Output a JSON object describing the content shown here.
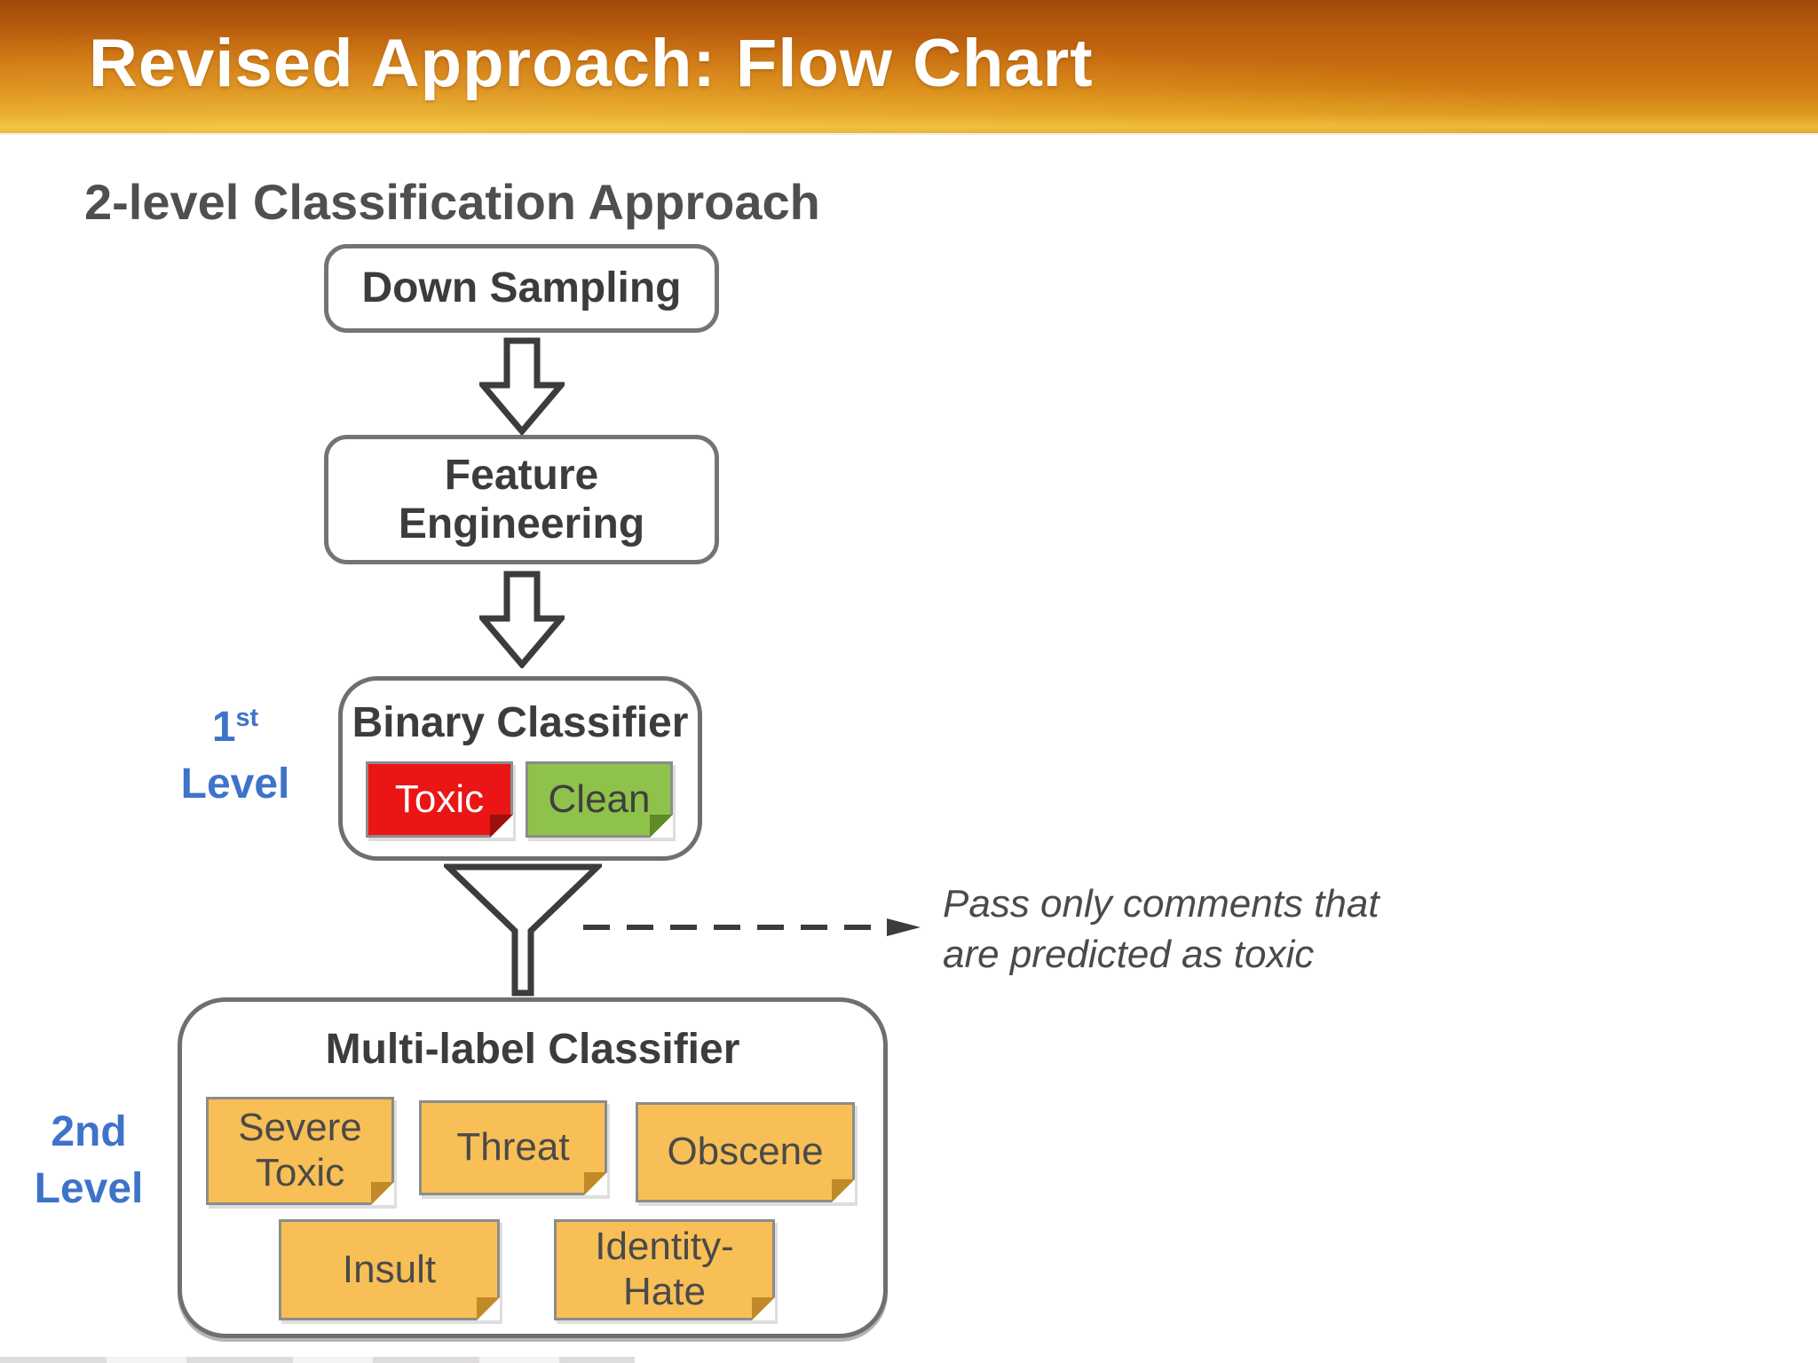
{
  "slide": {
    "header": {
      "title": "Revised Approach: Flow Chart"
    },
    "subtitle": "2-level Classification Approach"
  },
  "flowchart": {
    "down_sampling": {
      "label": "Down Sampling"
    },
    "feature_engineering": {
      "label": "Feature Engineering"
    },
    "binary_classifier": {
      "title": "Binary Classifier",
      "outputs": [
        {
          "label": "Toxic",
          "color": "#EC1515"
        },
        {
          "label": "Clean",
          "color": "#8FC24A"
        }
      ]
    },
    "multi_label_classifier": {
      "title": "Multi-label Classifier",
      "labels": [
        "Severe Toxic",
        "Threat",
        "Obscene",
        "Insult",
        "Identity-Hate"
      ]
    },
    "levels": [
      {
        "number": "1",
        "ordinal": "st",
        "word": "Level"
      },
      {
        "number": "2",
        "ordinal": "nd",
        "word": "Level"
      }
    ],
    "pass_note": {
      "line1": "Pass only comments that",
      "line2": "are predicted as toxic"
    }
  },
  "colors": {
    "header_gradient_top": "#9C4A0A",
    "header_gradient_mid": "#C96E10",
    "header_gradient_bottom": "#ECB93B",
    "accent_blue": "#3E73C9",
    "toxic_red": "#EC1515",
    "clean_green": "#8FC24A",
    "sticky_orange": "#F7BF55",
    "outline_gray": "#6F6F6F",
    "text_dark": "#3F3F3F"
  }
}
